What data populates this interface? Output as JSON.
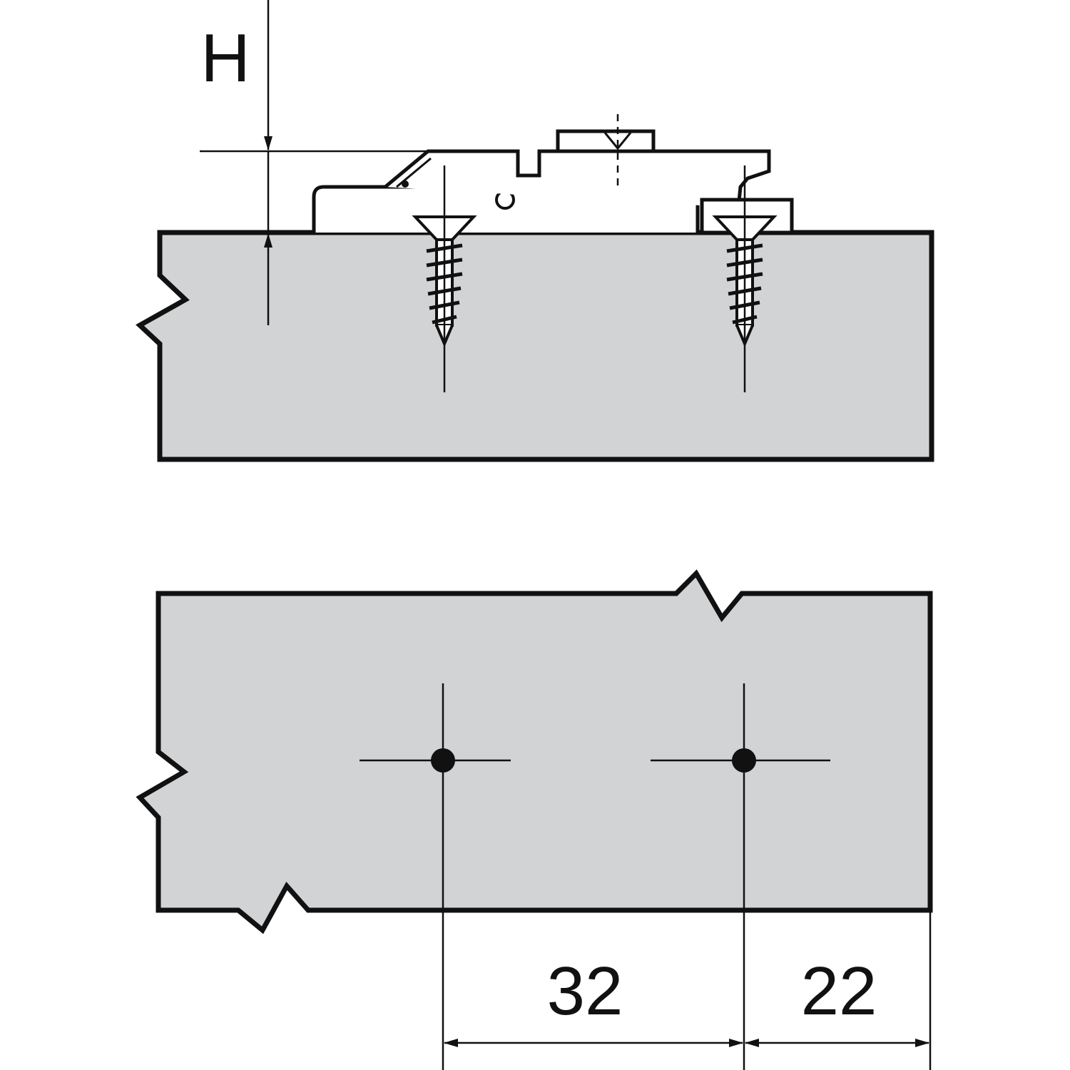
{
  "labels": {
    "height": "H",
    "hole_spacing": "32",
    "edge_distance": "22"
  },
  "colors": {
    "panel_fill": "#d2d3d5",
    "line": "#111111",
    "background": "#ffffff"
  }
}
